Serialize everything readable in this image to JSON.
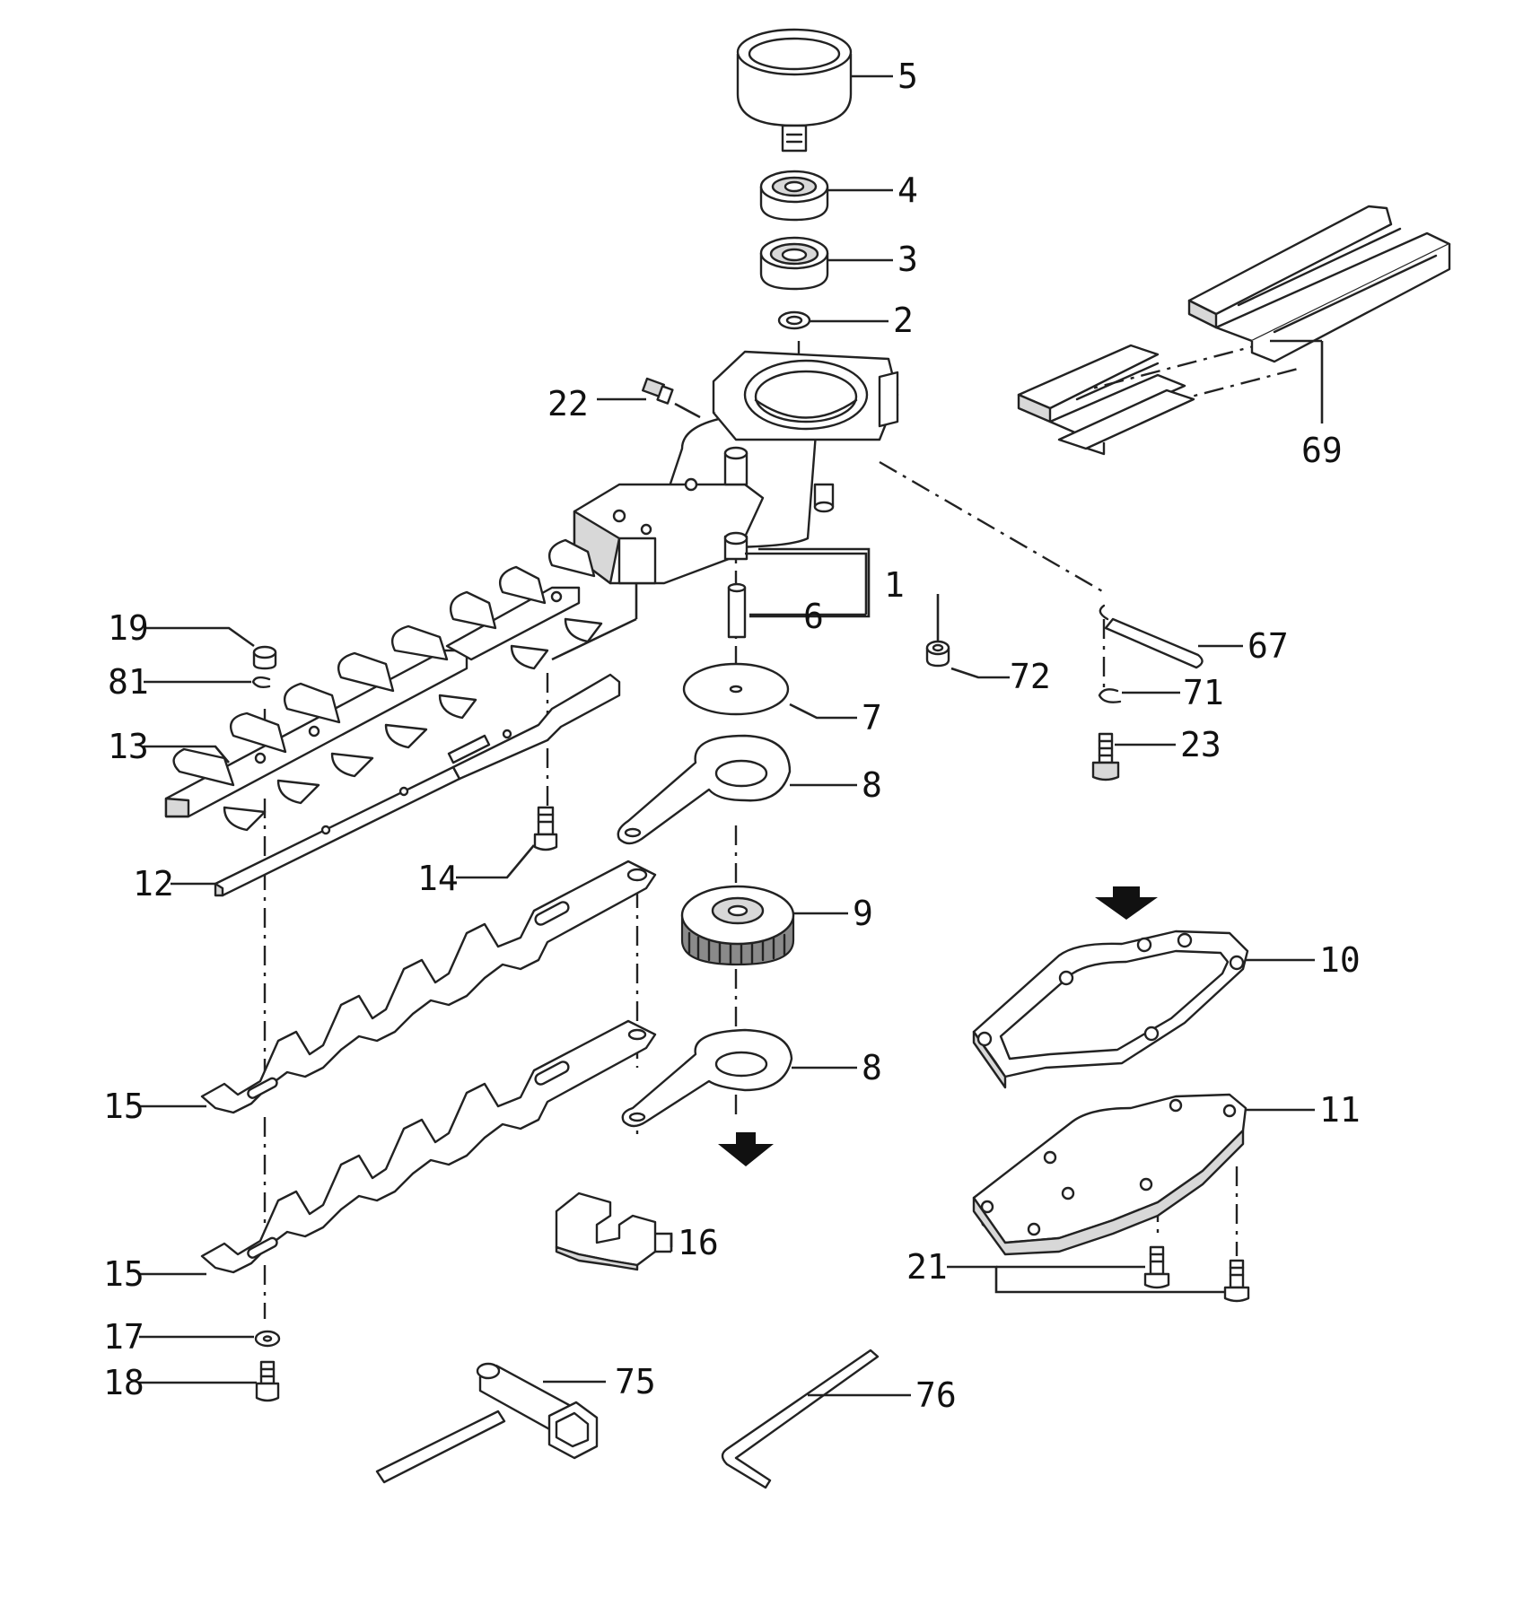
{
  "labels": [
    "5",
    "4",
    "3",
    "2",
    "22",
    "69",
    "1",
    "6",
    "19",
    "81",
    "13",
    "72",
    "67",
    "71",
    "7",
    "23",
    "8",
    "12",
    "14",
    "9",
    "10",
    "15",
    "11",
    "16",
    "21",
    "17",
    "18",
    "75",
    "76"
  ]
}
